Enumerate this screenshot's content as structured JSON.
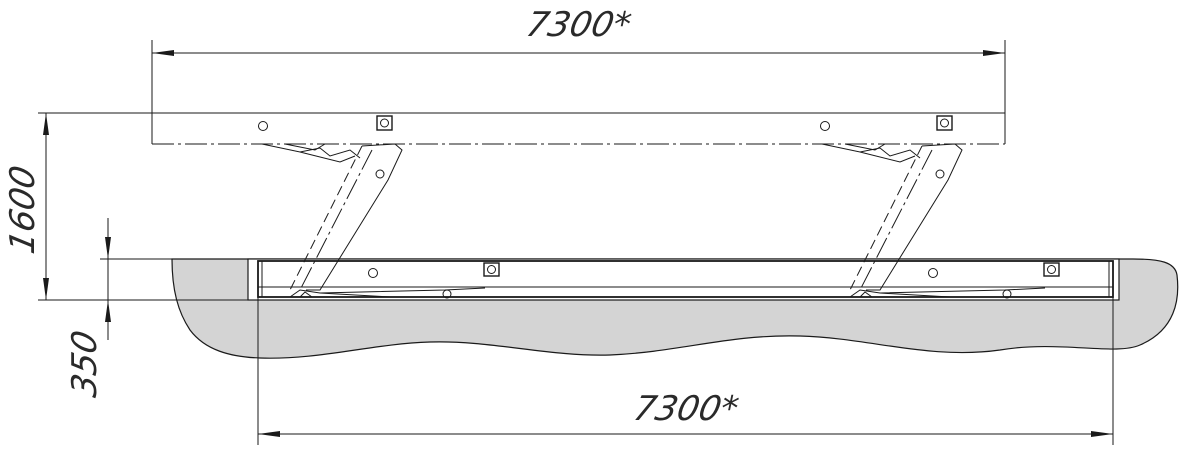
{
  "dimensions": {
    "top_length": "7300*",
    "bottom_length": "7300*",
    "lift_height": "1600",
    "pit_depth": "350"
  },
  "colors": {
    "ground_fill": "#d4d4d4",
    "line": "#1a1a1a",
    "background": "#ffffff"
  }
}
